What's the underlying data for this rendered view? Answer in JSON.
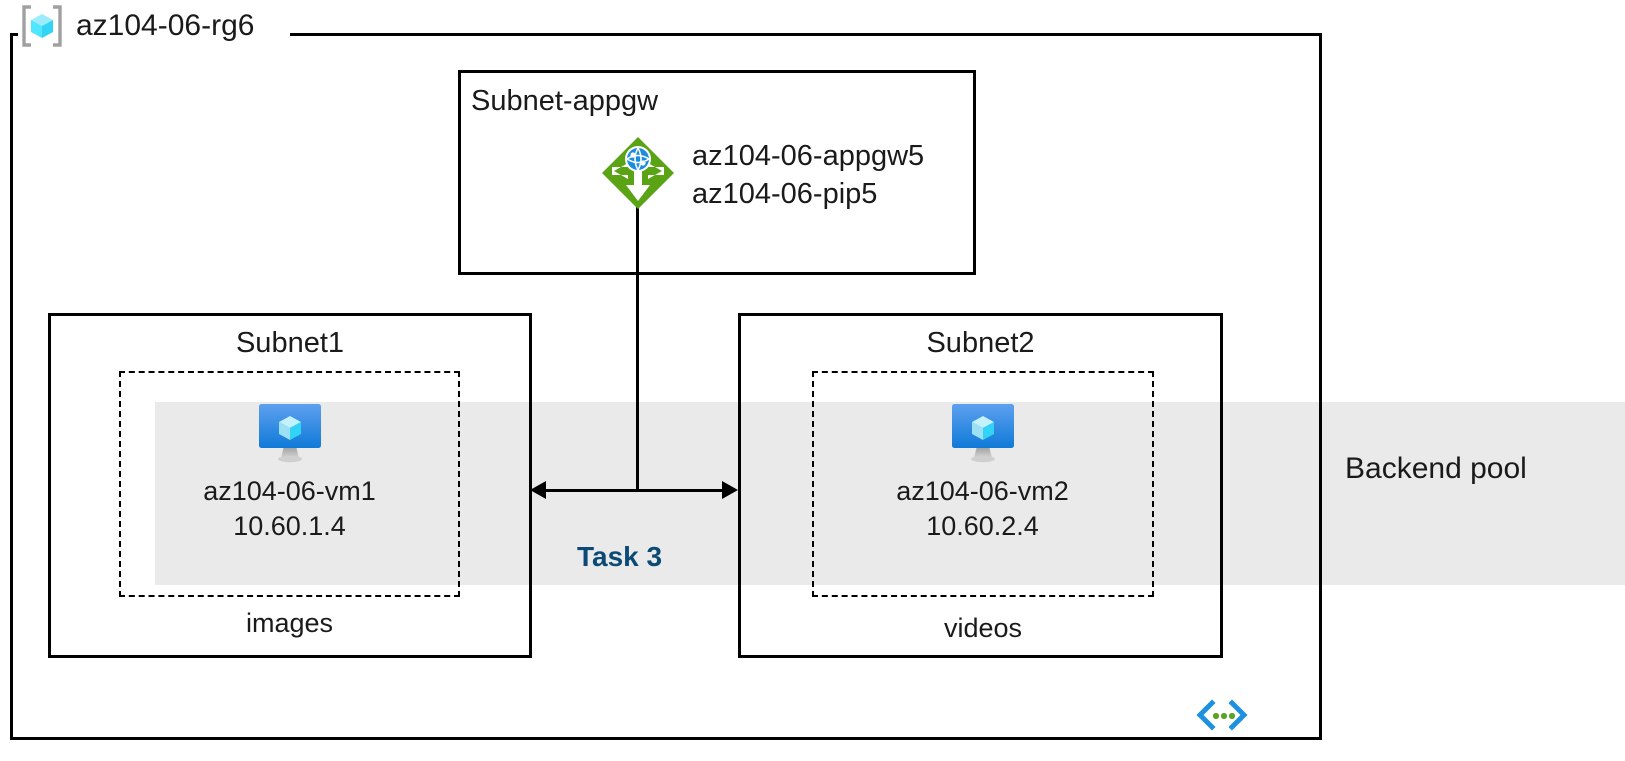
{
  "diagram": {
    "resource_group": {
      "name": "az104-06-rg6",
      "icon": "resource-group-icon"
    },
    "subnets": [
      {
        "id": "appgw",
        "title": "Subnet-appgw",
        "resource": {
          "icon": "application-gateway-icon",
          "labels": [
            "az104-06-appgw5",
            "az104-06-pip5"
          ]
        }
      },
      {
        "id": "subnet1",
        "title": "Subnet1",
        "resource": {
          "icon": "virtual-machine-icon",
          "name": "az104-06-vm1",
          "ip": "10.60.1.4"
        },
        "caption": "images"
      },
      {
        "id": "subnet2",
        "title": "Subnet2",
        "resource": {
          "icon": "virtual-machine-icon",
          "name": "az104-06-vm2",
          "ip": "10.60.2.4"
        },
        "caption": "videos"
      }
    ],
    "backend_pool": {
      "label": "Backend pool",
      "band_color": "#eaeaea"
    },
    "connector": {
      "task_label": "Task 3",
      "task_label_color": "#0c4a75"
    },
    "footer_icon": "code-brackets-icon",
    "colors": {
      "stroke": "#000000",
      "text": "#1a1a1a",
      "appgw_green": "#59a315",
      "vm_blue": "#0f7ad8",
      "rg_cyan": "#50e6ff",
      "code_blue": "#1e90e0",
      "code_green": "#5ea226"
    }
  }
}
